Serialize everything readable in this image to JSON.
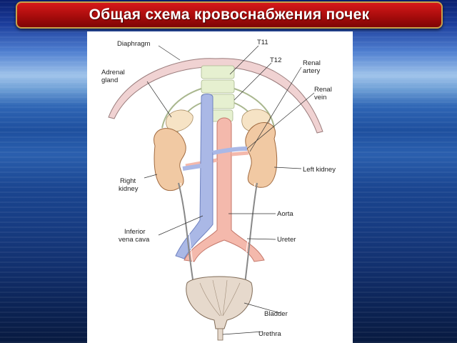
{
  "slide": {
    "title": "Общая схема кровоснабжения почек"
  },
  "diagram": {
    "labels": {
      "diaphragm": "Diaphragm",
      "t11": "T11",
      "t12": "T12",
      "adrenal_line1": "Adrenal",
      "adrenal_line2": "gland",
      "renal_artery_line1": "Renal",
      "renal_artery_line2": "artery",
      "renal_vein_line1": "Renal",
      "renal_vein_line2": "vein",
      "right_kidney_line1": "Right",
      "right_kidney_line2": "kidney",
      "left_kidney": "Left kidney",
      "aorta": "Aorta",
      "ivc_line1": "Inferior",
      "ivc_line2": "vena cava",
      "ureter": "Ureter",
      "bladder": "Bladder",
      "urethra": "Urethra"
    },
    "colors": {
      "vein": "#aab8e6",
      "artery": "#f4b9ac",
      "kidney": "#f1c9a3",
      "bladder": "#e6d9cc",
      "diaphragm": "#f0d2d2",
      "spine": "#e6f0d0"
    }
  }
}
